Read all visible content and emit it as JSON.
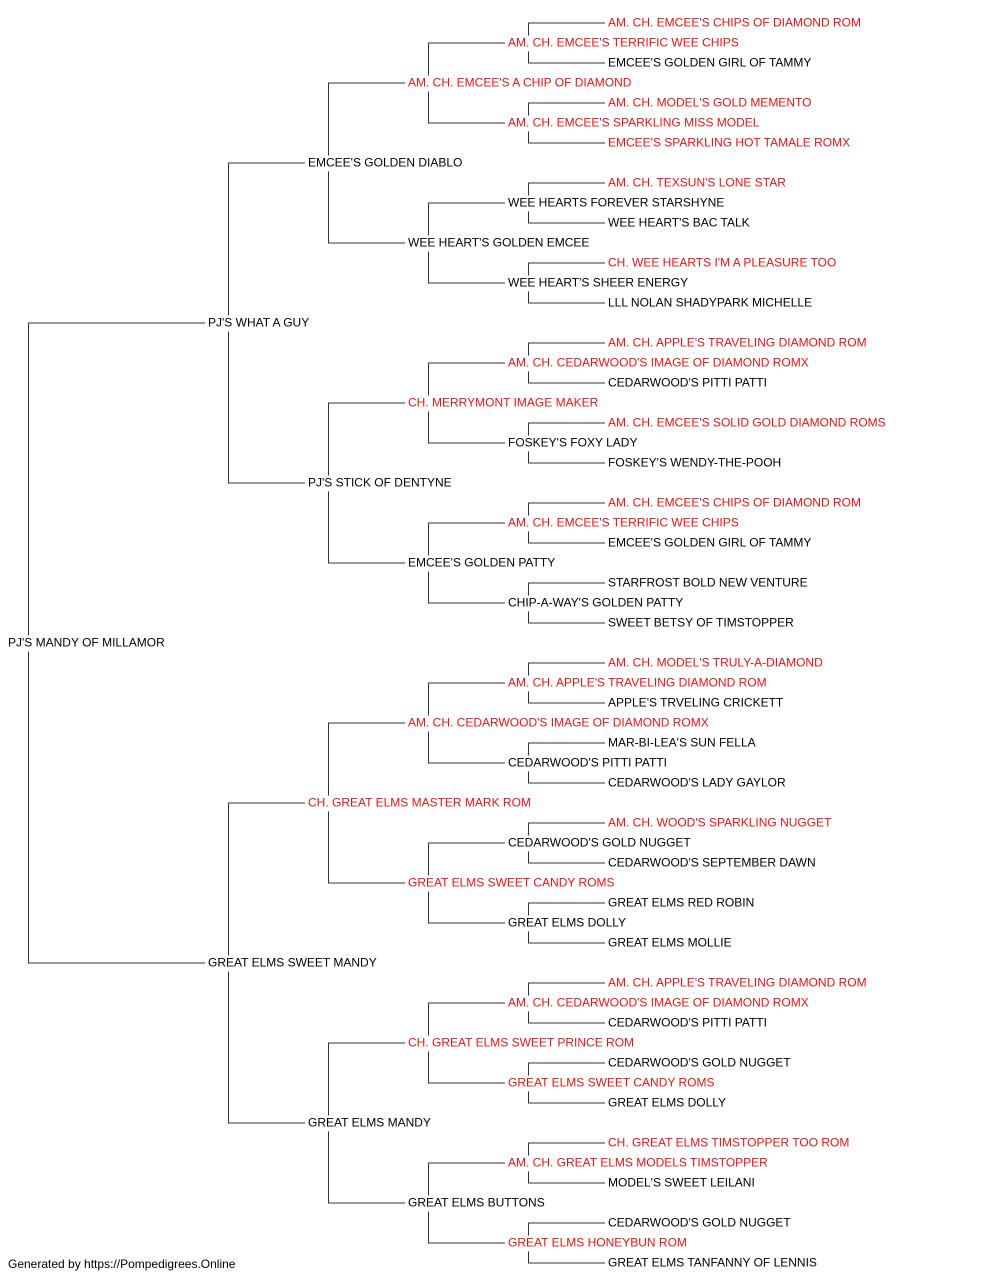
{
  "colors": {
    "champion": "#ee1111",
    "regular": "#000000",
    "line": "#333333"
  },
  "footer": "Generated by https://Pompedigrees.Online",
  "pedigree": [
    {
      "t": "PJ'S MANDY OF MILLAMOR",
      "c": false
    },
    {
      "t": "PJ'S WHAT A GUY",
      "c": false
    },
    {
      "t": "EMCEE'S GOLDEN DIABLO",
      "c": false
    },
    {
      "t": "AM. CH. EMCEE'S A CHIP OF DIAMOND",
      "c": true
    },
    {
      "t": "AM. CH. EMCEE'S TERRIFIC WEE CHIPS",
      "c": true
    },
    {
      "t": "AM. CH. EMCEE'S CHIPS OF DIAMOND ROM",
      "c": true
    },
    {
      "t": "EMCEE'S GOLDEN GIRL OF TAMMY",
      "c": false
    },
    {
      "t": "AM. CH. EMCEE'S SPARKLING MISS MODEL",
      "c": true
    },
    {
      "t": "AM. CH. MODEL'S GOLD MEMENTO",
      "c": true
    },
    {
      "t": "EMCEE'S SPARKLING HOT TAMALE ROMX",
      "c": true
    },
    {
      "t": "WEE HEART'S GOLDEN EMCEE",
      "c": false
    },
    {
      "t": "WEE HEARTS FOREVER STARSHYNE",
      "c": false
    },
    {
      "t": "AM. CH. TEXSUN'S LONE STAR",
      "c": true
    },
    {
      "t": "WEE HEART'S BAC TALK",
      "c": false
    },
    {
      "t": "WEE HEART'S SHEER ENERGY",
      "c": false
    },
    {
      "t": "CH. WEE HEARTS I'M A PLEASURE TOO",
      "c": true
    },
    {
      "t": "LLL NOLAN SHADYPARK MICHELLE",
      "c": false
    },
    {
      "t": "PJ'S STICK OF DENTYNE",
      "c": false
    },
    {
      "t": "CH. MERRYMONT IMAGE MAKER",
      "c": true
    },
    {
      "t": "AM. CH. CEDARWOOD'S IMAGE OF DIAMOND ROMX",
      "c": true
    },
    {
      "t": "AM. CH. APPLE'S TRAVELING DIAMOND ROM",
      "c": true
    },
    {
      "t": "CEDARWOOD'S PITTI PATTI",
      "c": false
    },
    {
      "t": "FOSKEY'S FOXY LADY",
      "c": false
    },
    {
      "t": "AM. CH. EMCEE'S SOLID GOLD DIAMOND ROMS",
      "c": true
    },
    {
      "t": "FOSKEY'S WENDY-THE-POOH",
      "c": false
    },
    {
      "t": "EMCEE'S GOLDEN PATTY",
      "c": false
    },
    {
      "t": "AM. CH. EMCEE'S TERRIFIC WEE CHIPS",
      "c": true
    },
    {
      "t": "AM. CH. EMCEE'S CHIPS OF DIAMOND ROM",
      "c": true
    },
    {
      "t": "EMCEE'S GOLDEN GIRL OF TAMMY",
      "c": false
    },
    {
      "t": "CHIP-A-WAY'S GOLDEN PATTY",
      "c": false
    },
    {
      "t": "STARFROST BOLD NEW VENTURE",
      "c": false
    },
    {
      "t": "SWEET BETSY OF TIMSTOPPER",
      "c": false
    },
    {
      "t": "GREAT ELMS SWEET MANDY",
      "c": false
    },
    {
      "t": "CH. GREAT ELMS MASTER MARK ROM",
      "c": true
    },
    {
      "t": "AM. CH. CEDARWOOD'S IMAGE OF DIAMOND ROMX",
      "c": true
    },
    {
      "t": "AM. CH. APPLE'S TRAVELING DIAMOND ROM",
      "c": true
    },
    {
      "t": "AM. CH. MODEL'S TRULY-A-DIAMOND",
      "c": true
    },
    {
      "t": "APPLE'S TRVELING CRICKETT",
      "c": false
    },
    {
      "t": "CEDARWOOD'S PITTI PATTI",
      "c": false
    },
    {
      "t": "MAR-BI-LEA'S SUN FELLA",
      "c": false
    },
    {
      "t": "CEDARWOOD'S LADY GAYLOR",
      "c": false
    },
    {
      "t": "GREAT ELMS SWEET CANDY ROMS",
      "c": true
    },
    {
      "t": "CEDARWOOD'S GOLD NUGGET",
      "c": false
    },
    {
      "t": "AM. CH. WOOD'S SPARKLING NUGGET",
      "c": true
    },
    {
      "t": "CEDARWOOD'S SEPTEMBER DAWN",
      "c": false
    },
    {
      "t": "GREAT ELMS DOLLY",
      "c": false
    },
    {
      "t": "GREAT ELMS RED ROBIN",
      "c": false
    },
    {
      "t": "GREAT ELMS MOLLIE",
      "c": false
    },
    {
      "t": "GREAT ELMS MANDY",
      "c": false
    },
    {
      "t": "CH. GREAT ELMS SWEET PRINCE ROM",
      "c": true
    },
    {
      "t": "AM. CH. CEDARWOOD'S IMAGE OF DIAMOND ROMX",
      "c": true
    },
    {
      "t": "AM. CH. APPLE'S TRAVELING DIAMOND ROM",
      "c": true
    },
    {
      "t": "CEDARWOOD'S PITTI PATTI",
      "c": false
    },
    {
      "t": "GREAT ELMS SWEET CANDY ROMS",
      "c": true
    },
    {
      "t": "CEDARWOOD'S GOLD NUGGET",
      "c": false
    },
    {
      "t": "GREAT ELMS DOLLY",
      "c": false
    },
    {
      "t": "GREAT ELMS BUTTONS",
      "c": false
    },
    {
      "t": "AM. CH. GREAT ELMS MODELS TIMSTOPPER",
      "c": true
    },
    {
      "t": "CH. GREAT ELMS TIMSTOPPER TOO ROM",
      "c": true
    },
    {
      "t": "MODEL'S SWEET LEILANI",
      "c": false
    },
    {
      "t": "GREAT ELMS HONEYBUN ROM",
      "c": true
    },
    {
      "t": "CEDARWOOD'S GOLD NUGGET",
      "c": false
    },
    {
      "t": "GREAT ELMS TANFANNY OF LENNIS",
      "c": false
    }
  ]
}
